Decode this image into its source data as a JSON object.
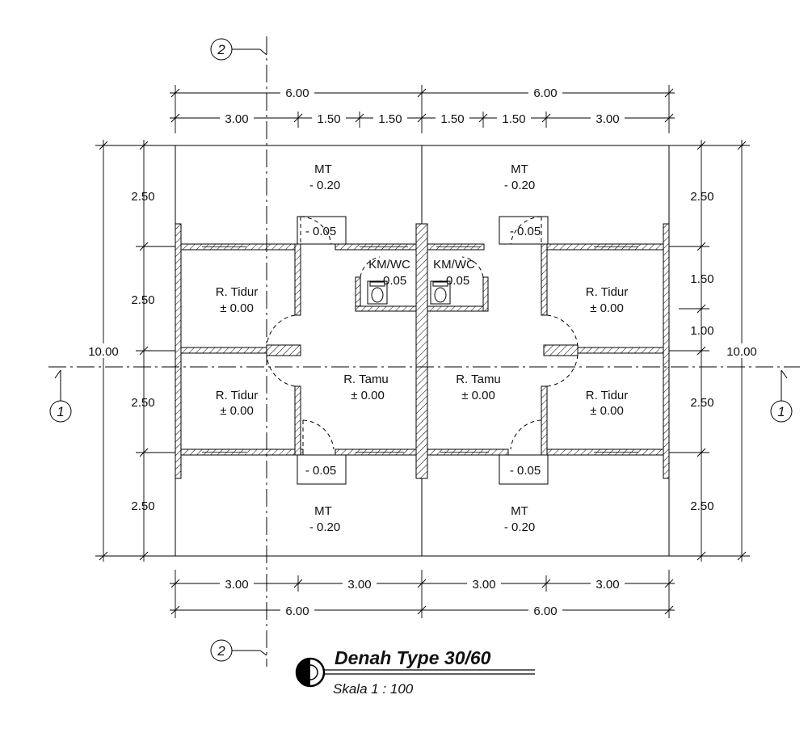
{
  "title": "Denah Type 30/60",
  "scale_label": "Skala  1 : 100",
  "section_marks": {
    "vertical": "2",
    "horizontal": "1"
  },
  "dimensions": {
    "top_total": [
      "6.00",
      "6.00"
    ],
    "top_parts": [
      "3.00",
      "1.50",
      "1.50",
      "1.50",
      "1.50",
      "3.00"
    ],
    "bottom_parts": [
      "3.00",
      "3.00",
      "3.00",
      "3.00"
    ],
    "bottom_total": [
      "6.00",
      "6.00"
    ],
    "left_parts": [
      "2.50",
      "2.50",
      "2.50",
      "2.50"
    ],
    "left_total": "10.00",
    "right_parts": [
      "2.50",
      "1.50",
      "1.00",
      "2.50",
      "2.50"
    ],
    "right_total": "10.00"
  },
  "rooms": {
    "mt_top_left": {
      "name": "MT",
      "level": "- 0.20"
    },
    "mt_top_right": {
      "name": "MT",
      "level": "- 0.20"
    },
    "mt_bottom_left": {
      "name": "MT",
      "level": "- 0.20"
    },
    "mt_bottom_right": {
      "name": "MT",
      "level": "- 0.20"
    },
    "tidur_top_left": {
      "name": "R. Tidur",
      "level": "± 0.00"
    },
    "tidur_bottom_left": {
      "name": "R. Tidur",
      "level": "± 0.00"
    },
    "tidur_top_right": {
      "name": "R. Tidur",
      "level": "± 0.00"
    },
    "tidur_bottom_right": {
      "name": "R. Tidur",
      "level": "± 0.00"
    },
    "tamu_left": {
      "name": "R. Tamu",
      "level": "± 0.00"
    },
    "tamu_right": {
      "name": "R. Tamu",
      "level": "± 0.00"
    },
    "kmwc_left": {
      "name": "KM/WC",
      "level": "- 0.05"
    },
    "kmwc_right": {
      "name": "KM/WC",
      "level": "- 0.05"
    }
  },
  "terrace_levels": {
    "top_left": "- 0.05",
    "top_right": "- 0.05",
    "bottom_left": "- 0.05",
    "bottom_right": "- 0.05"
  },
  "icons": {
    "north": "north-arrow-icon",
    "toilet": "toilet-icon"
  }
}
